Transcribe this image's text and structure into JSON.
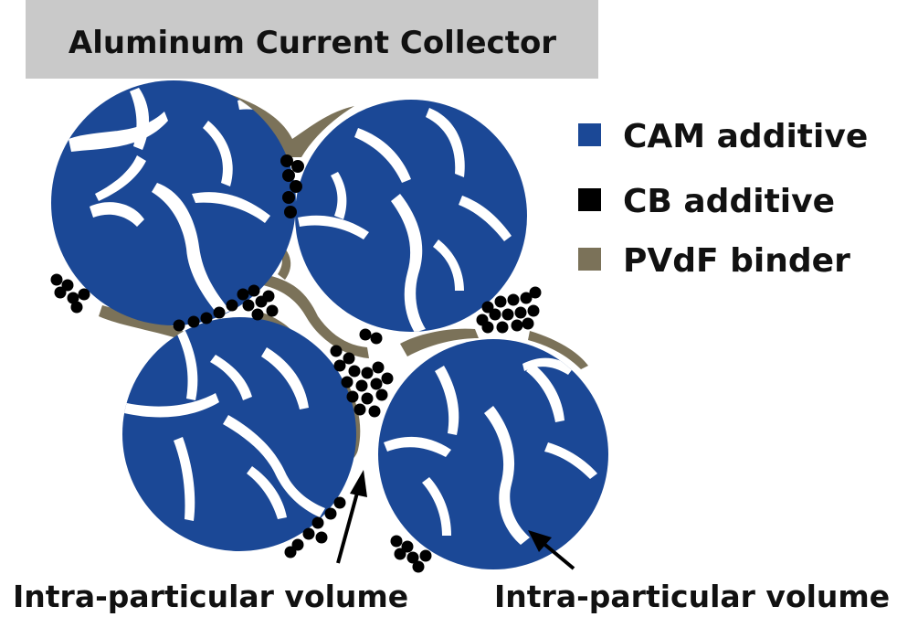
{
  "header": {
    "title": "Aluminum Current Collector"
  },
  "legend": {
    "items": [
      {
        "label": "CAM additive",
        "color": "#1b4896",
        "shape": "square"
      },
      {
        "label": "CB additive",
        "color": "#000000",
        "shape": "square"
      },
      {
        "label": "PVdF binder",
        "color": "#7b7259",
        "shape": "square"
      }
    ]
  },
  "annotations": {
    "left": "Intra-particular volume",
    "right": "Intra-particular volume"
  },
  "colors": {
    "cam": "#1b4896",
    "cb": "#000000",
    "binder": "#7b7259",
    "header_bg": "#c9c9c9",
    "crack": "#ffffff"
  }
}
